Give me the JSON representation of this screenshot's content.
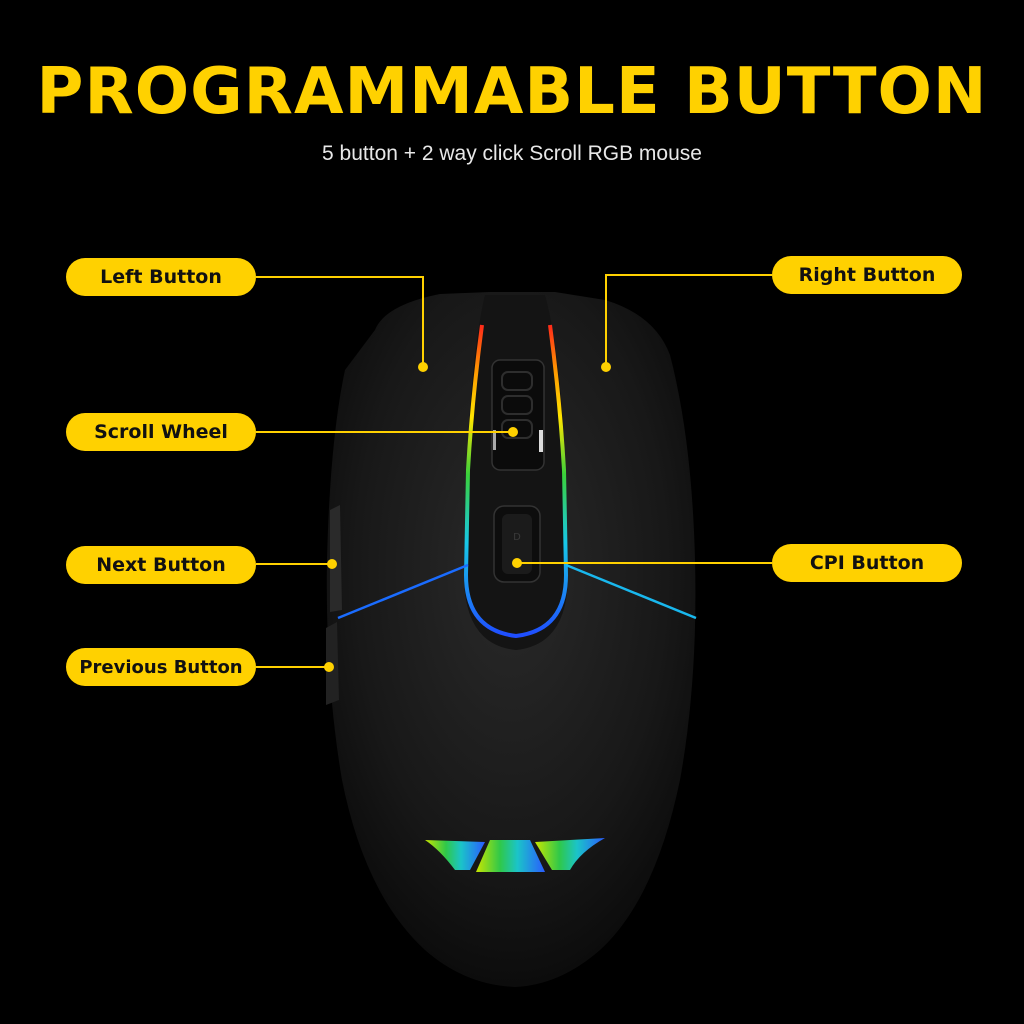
{
  "header": {
    "title": "PROGRAMMABLE BUTTON",
    "subtitle": "5 button + 2 way click Scroll RGB mouse"
  },
  "labels": {
    "left_button": "Left Button",
    "right_button": "Right Button",
    "scroll_wheel": "Scroll Wheel",
    "next_button": "Next Button",
    "cpi_button": "CPI Button",
    "previous_button": "Previous Button"
  },
  "colors": {
    "background": "#000000",
    "accent_yellow": "#FFD100",
    "pill_text": "#111111",
    "subtitle_text": "#E8E8E8",
    "mouse_body": "#1c1c1c"
  },
  "product": {
    "logo": "eagle-wings-logo",
    "cpi_button_marking": "DPI"
  }
}
